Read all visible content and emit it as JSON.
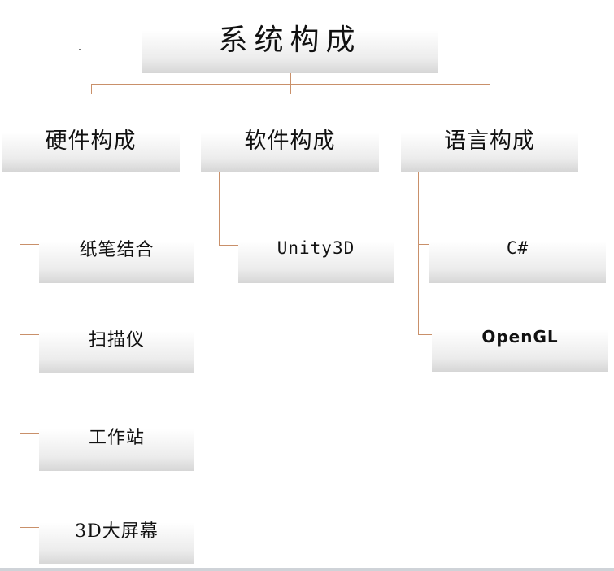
{
  "root": {
    "title": "系统构成"
  },
  "categories": [
    {
      "label": "硬件构成",
      "items": [
        "纸笔结合",
        "扫描仪",
        "工作站",
        "3D大屏幕"
      ]
    },
    {
      "label": "软件构成",
      "items": [
        "Unity3D"
      ]
    },
    {
      "label": "语言构成",
      "items": [
        "C#",
        "OpenGL"
      ]
    }
  ],
  "colors": {
    "connector": "#c9906a",
    "box_shade": "#d6d6d6"
  }
}
